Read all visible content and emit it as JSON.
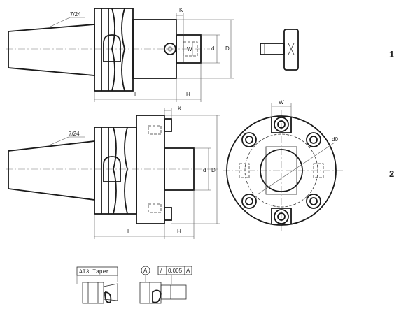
{
  "view1": {
    "taper_label": "7/24",
    "dim_K": "K",
    "dim_W": "W",
    "dim_d": "d",
    "dim_D": "D",
    "dim_L": "L",
    "dim_H": "H",
    "number": "1"
  },
  "view2": {
    "taper_label": "7/24",
    "dim_K": "K",
    "dim_d": "d",
    "dim_D": "D",
    "dim_L": "L",
    "dim_H": "H",
    "number": "2"
  },
  "end_view": {
    "dim_W": "W",
    "dim_d0": "d0"
  },
  "notes": {
    "taper_spec": "AT3 Taper",
    "datum": "A",
    "runout_symbol": "/",
    "runout_value": "0.005",
    "runout_datum": "A"
  }
}
